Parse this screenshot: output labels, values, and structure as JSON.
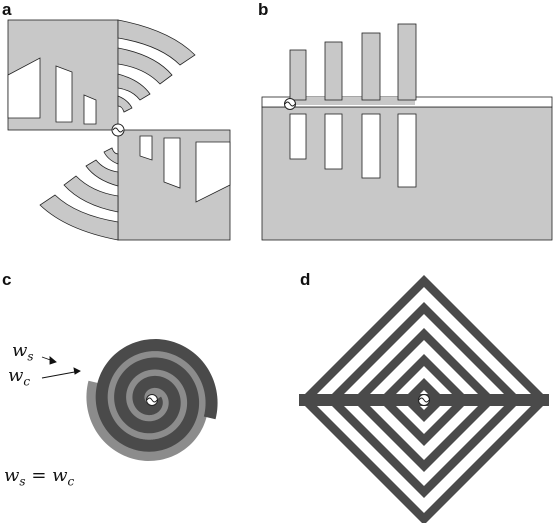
{
  "panels": {
    "a": {
      "label": "a"
    },
    "b": {
      "label": "b"
    },
    "c": {
      "label": "c"
    },
    "d": {
      "label": "d"
    }
  },
  "annotations": {
    "ws": "w",
    "ws_sub": "s",
    "wc": "w",
    "wc_sub": "c",
    "equation": "w_s = w_c"
  },
  "colors": {
    "light_gray": "#c8c8c8",
    "mid_gray": "#8c8c8c",
    "dark_gray": "#4a4a4a",
    "outline": "#222222"
  }
}
